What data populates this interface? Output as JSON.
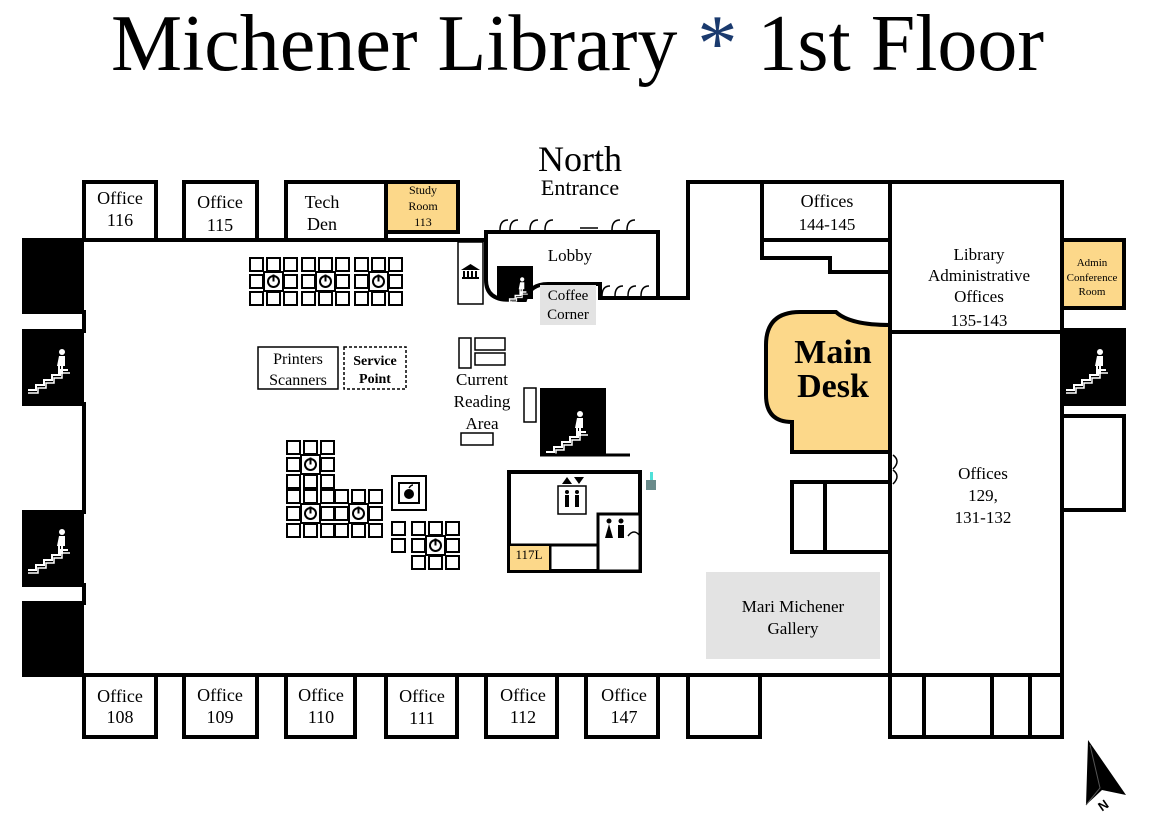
{
  "title": {
    "left": "Michener Library",
    "separator": "*",
    "right": "1st Floor"
  },
  "colors": {
    "highlight": "#fcd88a",
    "stair": "#000000",
    "gallery": "#e3e3e3",
    "accent": "#1a3a6e"
  },
  "entrance": {
    "line1": "North",
    "line2": "Entrance"
  },
  "offices_top": [
    {
      "l1": "Office",
      "l2": "116"
    },
    {
      "l1": "Office",
      "l2": "115"
    }
  ],
  "tech_den": {
    "l1": "Tech",
    "l2": "Den"
  },
  "study_room": {
    "l1": "Study",
    "l2": "Room",
    "l3": "113"
  },
  "offices_144": {
    "l1": "Offices",
    "l2": "144-145"
  },
  "lobby": "Lobby",
  "coffee": {
    "l1": "Coffee",
    "l2": "Corner"
  },
  "admin_offices": {
    "l1": "Library",
    "l2": "Administrative",
    "l3": "Offices",
    "l4": "135-143"
  },
  "admin_conf": {
    "l1": "Admin",
    "l2": "Conference",
    "l3": "Room"
  },
  "main_desk": {
    "l1": "Main",
    "l2": "Desk"
  },
  "printers": {
    "l1": "Printers",
    "l2": "Scanners"
  },
  "service_point": {
    "l1": "Service",
    "l2": "Point"
  },
  "current_reading": {
    "l1": "Current",
    "l2": "Reading",
    "l3": "Area"
  },
  "offices_129": {
    "l1": "Offices",
    "l2": "129,",
    "l3": "131-132"
  },
  "room_117l": "117L",
  "gallery": {
    "l1": "Mari Michener",
    "l2": "Gallery"
  },
  "offices_bottom": [
    {
      "l1": "Office",
      "l2": "108"
    },
    {
      "l1": "Office",
      "l2": "109"
    },
    {
      "l1": "Office",
      "l2": "110"
    },
    {
      "l1": "Office",
      "l2": "111"
    },
    {
      "l1": "Office",
      "l2": "112"
    },
    {
      "l1": "Office",
      "l2": "147"
    }
  ],
  "north_arrow": "N"
}
